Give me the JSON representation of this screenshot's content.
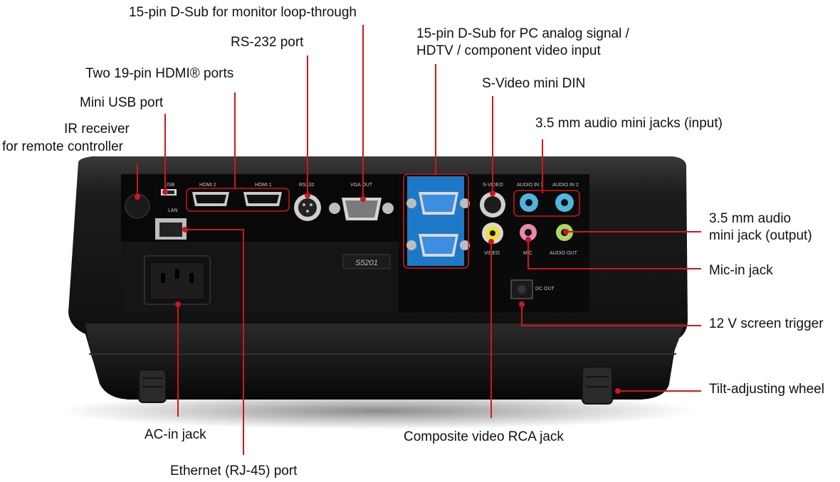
{
  "title": "Projector rear panel connections",
  "model_label": "S5201",
  "panel_labels": {
    "usb": "USB",
    "lan": "LAN",
    "hdmi2": "HDMI 2",
    "hdmi1": "HDMI 1",
    "rs232": "RS232",
    "vga_out": "VGA OUT",
    "svideo": "S-VIDEO",
    "audio_in1": "AUDIO IN 1",
    "audio_in2": "AUDIO IN 2",
    "video": "VIDEO",
    "mic": "MIC",
    "audio_out": "AUDIO OUT",
    "dc_out": "DC OUT"
  },
  "callouts": {
    "monitor_loop": "15-pin D-Sub for monitor loop-through",
    "rs232": "RS-232 port",
    "hdmi": "Two 19-pin HDMI® ports",
    "mini_usb": "Mini USB port",
    "ir_receiver_1": "IR receiver",
    "ir_receiver_2": "for remote controller",
    "pc_analog_1": "15-pin D-Sub for PC analog signal /",
    "pc_analog_2": "HDTV / component video input",
    "svideo": "S-Video mini DIN",
    "audio_in": "3.5 mm audio mini jacks (input)",
    "audio_out_1": "3.5 mm audio",
    "audio_out_2": "mini jack (output)",
    "mic_in": "Mic-in jack",
    "screen_trigger": "12 V screen trigger",
    "tilt_wheel": "Tilt-adjusting wheel",
    "ac_in": "AC-in jack",
    "composite": "Composite video RCA jack",
    "ethernet": "Ethernet (RJ-45) port"
  },
  "colors": {
    "leader": "#d1161b",
    "body": "#1e1e1e",
    "panel": "#0d0d0d",
    "vga_blue": "#1e78c8",
    "audio_blue": "#4fb6e0",
    "mic_pink": "#e889a8",
    "video_yellow": "#f0e030",
    "audio_out_green": "#a8d860"
  }
}
